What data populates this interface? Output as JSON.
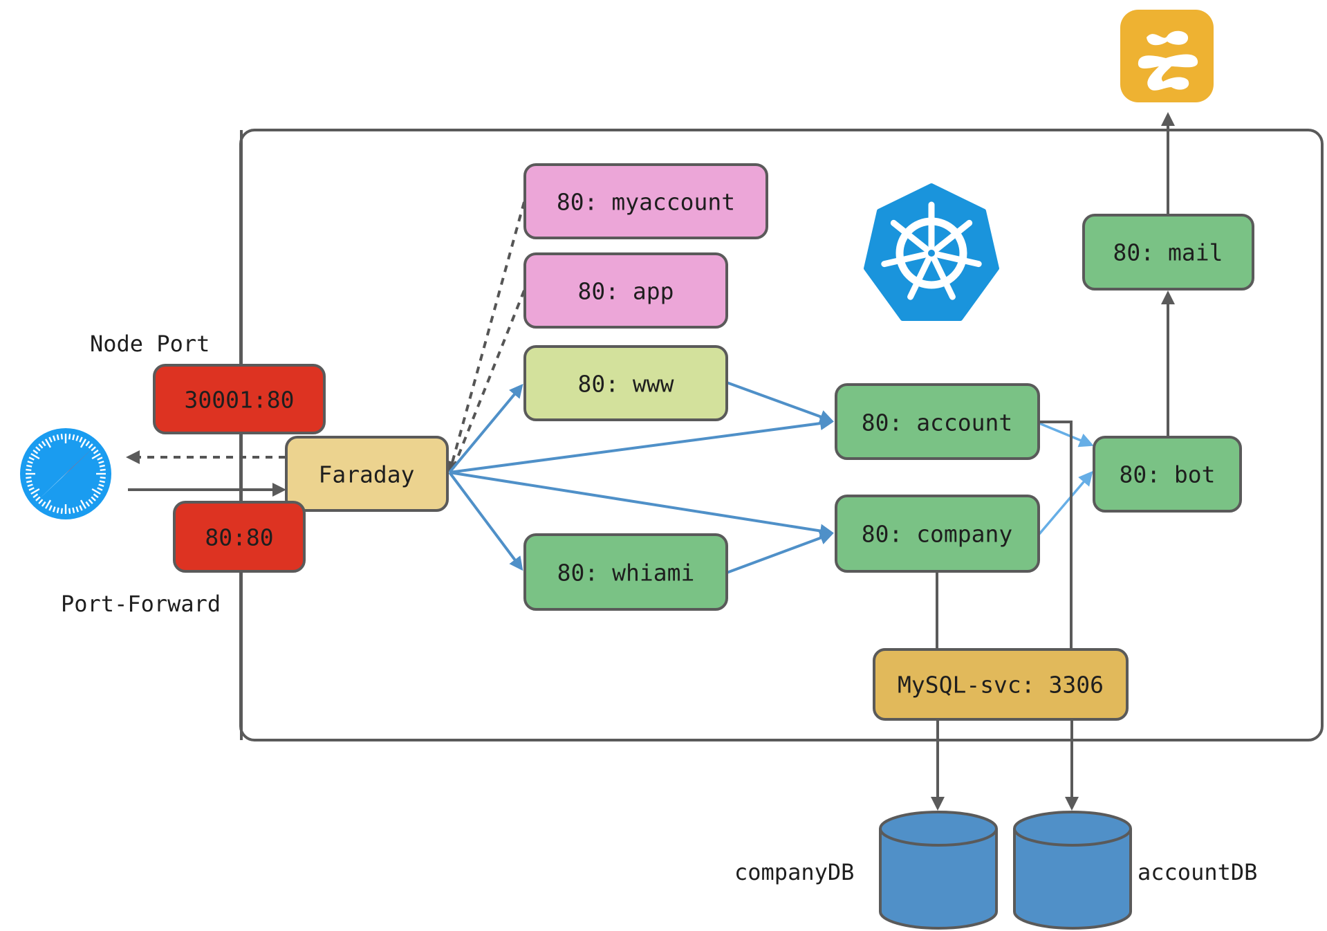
{
  "diagram": {
    "title": "Kubernetes service routing",
    "colors": {
      "node_port": "#dd3322",
      "ingress": "#ecd38f",
      "deprecated": "#eca6d8",
      "frontend": "#d3e19c",
      "service": "#7ac285",
      "database_svc": "#e1b95b",
      "database": "#5090c8",
      "cluster_border": "#5a5a5a",
      "k8s_blue": "#1a94dc",
      "notify_yellow": "#eeb232",
      "safari_blue": "#1a9cf0"
    },
    "labels": {
      "node_port": "Node Port",
      "port_forward": "Port-Forward",
      "company_db": "companyDB",
      "account_db": "accountDB"
    },
    "nodes": {
      "nodeport": "30001:80",
      "portforward": "80:80",
      "faraday": "Faraday",
      "myaccount": "80: myaccount",
      "app": "80: app",
      "www": "80: www",
      "whiami": "80: whiami",
      "account": "80: account",
      "company": "80: company",
      "bot": "80: bot",
      "mail": "80: mail",
      "mysql": "MySQL-svc: 3306"
    },
    "icons": {
      "browser": "safari-compass-icon",
      "cluster": "kubernetes-helm-icon",
      "notify": "cloud-service-icon",
      "db": "database-cylinder-icon"
    },
    "edges": [
      {
        "from": "browser",
        "to": "faraday",
        "style": "solid"
      },
      {
        "from": "faraday",
        "to": "browser",
        "style": "dashed"
      },
      {
        "from": "myaccount",
        "to": "faraday",
        "style": "dashed"
      },
      {
        "from": "app",
        "to": "faraday",
        "style": "dashed"
      },
      {
        "from": "faraday",
        "to": "www",
        "style": "blue"
      },
      {
        "from": "faraday",
        "to": "whiami",
        "style": "blue"
      },
      {
        "from": "faraday",
        "to": "account",
        "style": "blue"
      },
      {
        "from": "faraday",
        "to": "company",
        "style": "blue"
      },
      {
        "from": "www",
        "to": "account",
        "style": "blue"
      },
      {
        "from": "whiami",
        "to": "company",
        "style": "blue"
      },
      {
        "from": "account",
        "to": "bot",
        "style": "light-blue"
      },
      {
        "from": "company",
        "to": "bot",
        "style": "light-blue"
      },
      {
        "from": "bot",
        "to": "mail",
        "style": "gray"
      },
      {
        "from": "mail",
        "to": "notify",
        "style": "gray"
      },
      {
        "from": "company",
        "to": "mysql",
        "style": "gray"
      },
      {
        "from": "account",
        "to": "mysql",
        "style": "gray"
      },
      {
        "from": "mysql",
        "to": "companyDB",
        "style": "gray"
      },
      {
        "from": "mysql",
        "to": "accountDB",
        "style": "gray"
      }
    ]
  }
}
